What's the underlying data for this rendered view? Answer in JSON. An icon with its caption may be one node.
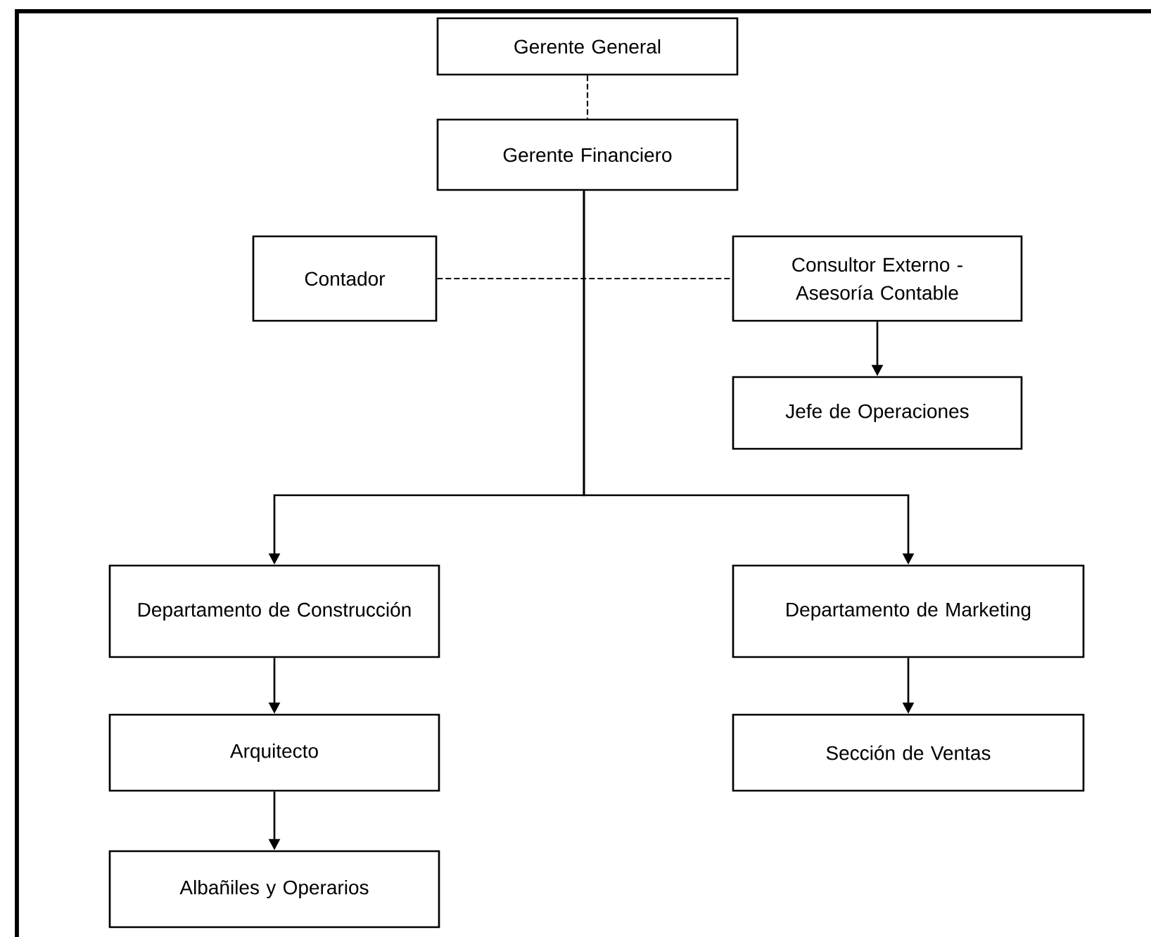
{
  "diagram": {
    "nodes": [
      {
        "text": [
          "Gerente General"
        ]
      },
      {
        "text": [
          "Gerente Financiero"
        ]
      },
      {
        "text": [
          "Contador"
        ]
      },
      {
        "text": [
          "Consultor Externo - Asesoría Contable"
        ]
      },
      {
        "text": [
          "Jefe de Operaciones"
        ]
      },
      {
        "text": [
          "Departamento de Construcción"
        ]
      },
      {
        "text": [
          "Departamento de Marketing"
        ]
      },
      {
        "text": [
          "Arquitecto"
        ]
      },
      {
        "text": [
          "Sección de Ventas"
        ]
      },
      {
        "text": [
          "Albañiles y Operarios"
        ]
      }
    ],
    "edges": [
      {
        "from": 0,
        "to": 1,
        "arrow": "none",
        "style": "dashed"
      },
      {
        "from": 2,
        "to": 3,
        "arrow": "none",
        "style": "dashed"
      },
      {
        "from": 1,
        "to": 5,
        "arrow": "to"
      },
      {
        "from": 1,
        "to": 6,
        "arrow": "to"
      },
      {
        "from": 3,
        "to": 4,
        "arrow": "to"
      },
      {
        "from": 5,
        "to": 7,
        "arrow": "to"
      },
      {
        "from": 7,
        "to": 9,
        "arrow": "to"
      },
      {
        "from": 6,
        "to": 8,
        "arrow": "to"
      }
    ]
  }
}
